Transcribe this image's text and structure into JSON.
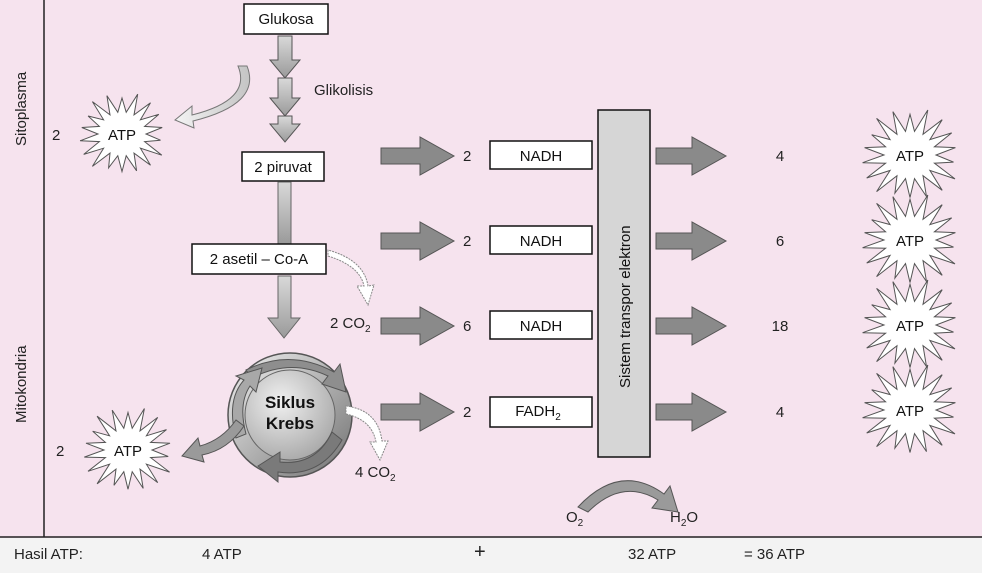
{
  "regions": {
    "cytoplasm": "Sitoplasma",
    "mitochondria": "Mitokondria"
  },
  "glycolysis": {
    "glucose": "Glukosa",
    "process": "Glikolisis",
    "pyruvate": "2 piruvat",
    "atp_count": "2",
    "atp": "ATP"
  },
  "acetyl": {
    "label": "2 asetil – Co-A",
    "co2_count": "2 CO",
    "co2_sub": "2"
  },
  "krebs": {
    "line1": "Siklus",
    "line2": "Krebs",
    "atp_count": "2",
    "atp": "ATP",
    "co2_count": "4 CO",
    "co2_sub": "2"
  },
  "carriers": [
    {
      "count": "2",
      "name": "NADH",
      "sub": ""
    },
    {
      "count": "2",
      "name": "NADH",
      "sub": ""
    },
    {
      "count": "6",
      "name": "NADH",
      "sub": ""
    },
    {
      "count": "2",
      "name": "FADH",
      "sub": "2"
    }
  ],
  "etc": {
    "label": "Sistem transpor elektron",
    "o2": "O",
    "o2_sub": "2",
    "h2o_h": "H",
    "h2o_sub": "2",
    "h2o_o": "O"
  },
  "outputs": [
    {
      "count": "4",
      "atp": "ATP"
    },
    {
      "count": "6",
      "atp": "ATP"
    },
    {
      "count": "18",
      "atp": "ATP"
    },
    {
      "count": "4",
      "atp": "ATP"
    }
  ],
  "footer": {
    "label": "Hasil ATP:",
    "left": "4   ATP",
    "plus": "+",
    "right": "32   ATP",
    "total": "=  36   ATP"
  }
}
